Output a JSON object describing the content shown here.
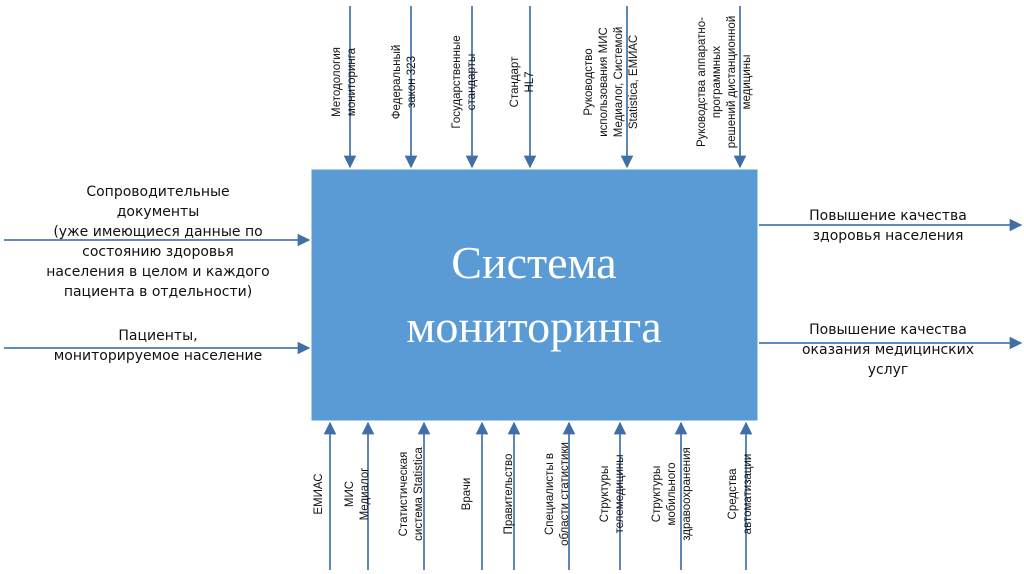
{
  "diagram": {
    "center": {
      "line1": "Система",
      "line2": "мониторинга",
      "color": "#5b9bd5"
    },
    "inputs": [
      {
        "lines": [
          "Сопроводительные",
          "документы",
          "(уже имеющиеся данные по",
          "состоянию здоровья",
          "населения в целом и каждого",
          "пациента в отдельности)"
        ]
      },
      {
        "lines": [
          "Пациенты,",
          "мониторируемое население"
        ]
      }
    ],
    "outputs": [
      {
        "lines": [
          "Повышение качества",
          "здоровья населения"
        ]
      },
      {
        "lines": [
          "Повышение качества",
          "оказания медицинских",
          "услуг"
        ]
      }
    ],
    "controls": [
      {
        "lines": [
          "Методология",
          "мониторинга"
        ]
      },
      {
        "lines": [
          "Федеральный",
          "закон 323"
        ]
      },
      {
        "lines": [
          "Государственные",
          "стандарты"
        ]
      },
      {
        "lines": [
          "Стандарт",
          "HL7"
        ]
      },
      {
        "lines": [
          "Руководство",
          "использования МИС",
          "Медиалог, Системой",
          "Statistica, ЕМИАС"
        ]
      },
      {
        "lines": [
          "Руководства аппаратно-",
          "программных",
          "решений дистанционной",
          "медицины"
        ]
      }
    ],
    "mechanisms": [
      {
        "lines": [
          "ЕМИАС"
        ]
      },
      {
        "lines": [
          "МИС",
          "Медиалог"
        ]
      },
      {
        "lines": [
          "Статистическая",
          "система Statistica"
        ]
      },
      {
        "lines": [
          "Врачи"
        ]
      },
      {
        "lines": [
          "Правительство"
        ]
      },
      {
        "lines": [
          "Специалисты в",
          "области статистики"
        ]
      },
      {
        "lines": [
          "Структуры",
          "телемедицины"
        ]
      },
      {
        "lines": [
          "Структуры",
          "мобильного",
          "здравоохранения"
        ]
      },
      {
        "lines": [
          "Средства",
          "автоматизации"
        ]
      }
    ],
    "arrow_color": "#4a7ab0"
  }
}
